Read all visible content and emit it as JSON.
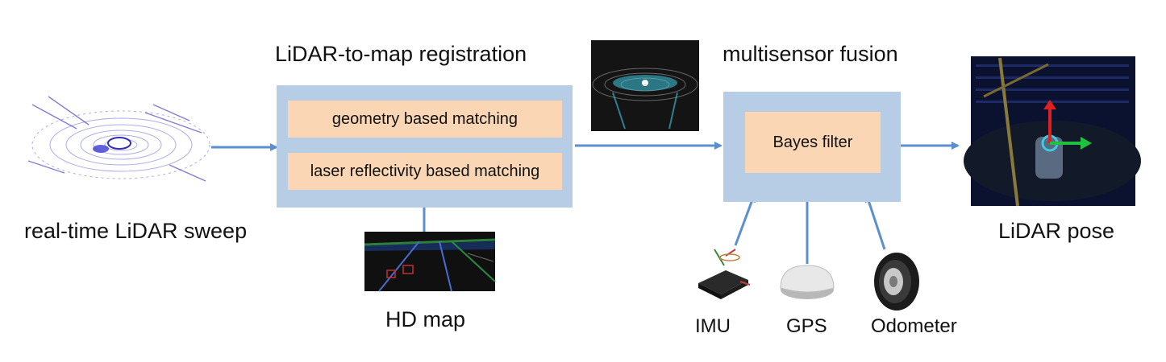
{
  "labels": {
    "lidar_sweep": "real-time LiDAR sweep",
    "registration": "LiDAR-to-map registration",
    "geometry_matching": "geometry based matching",
    "reflectivity_matching": "laser reflectivity based matching",
    "hd_map": "HD map",
    "multisensor_fusion": "multisensor fusion",
    "bayes_filter": "Bayes filter",
    "imu": "IMU",
    "gps": "GPS",
    "odometer": "Odometer",
    "lidar_pose": "LiDAR pose"
  },
  "colors": {
    "arrow": "#5b8fcf",
    "outer_box": "#b7cde6",
    "inner_box": "#fbd6b5"
  }
}
